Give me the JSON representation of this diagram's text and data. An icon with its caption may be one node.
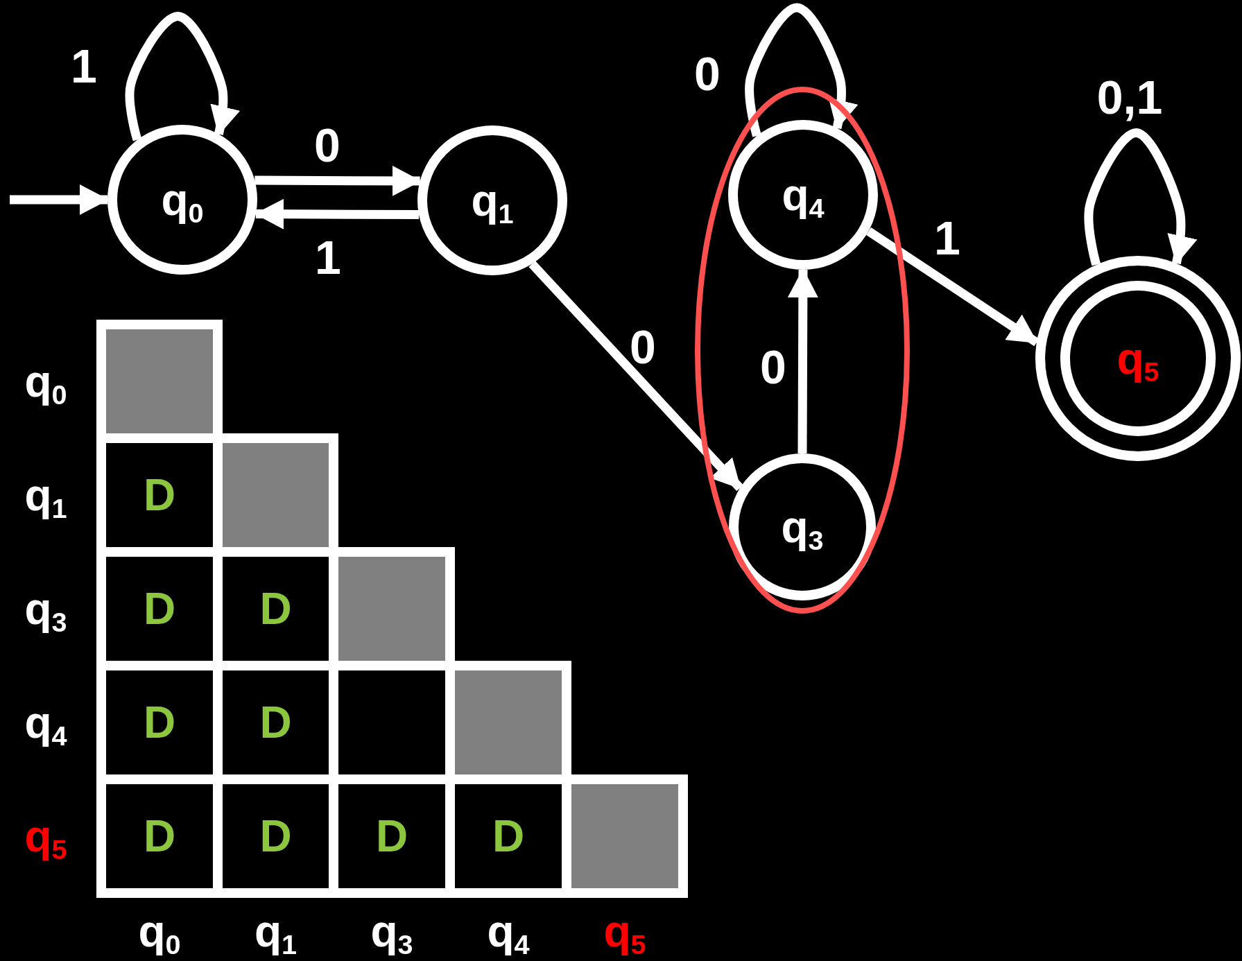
{
  "diagram": {
    "nodes": [
      {
        "text": [
          "q$_{0}$"
        ]
      },
      {
        "text": [
          "q$_{1}$"
        ]
      },
      {
        "text": [
          "q$_{4}$"
        ]
      },
      {
        "text": [
          "q$_{3}$"
        ]
      },
      {
        "text": [
          "q$_{5}$"
        ]
      }
    ],
    "edges": [
      {
        "from": null,
        "to": 0,
        "arrow": "to"
      },
      {
        "from": 0,
        "to": 0,
        "arrow": "to",
        "label": "1"
      },
      {
        "from": 0,
        "to": 1,
        "arrow": "to",
        "label": "0"
      },
      {
        "from": 1,
        "to": 0,
        "arrow": "to",
        "label": "1"
      },
      {
        "from": 1,
        "to": 3,
        "arrow": "to",
        "label": "0"
      },
      {
        "from": 2,
        "to": 2,
        "arrow": "to",
        "label": "0"
      },
      {
        "from": 3,
        "to": 2,
        "arrow": "to",
        "label": "0"
      },
      {
        "from": 2,
        "to": 4,
        "arrow": "to",
        "label": "1"
      },
      {
        "from": 4,
        "to": 4,
        "arrow": "to",
        "label": "0,1"
      }
    ],
    "labels": [
      "q$_{0}$",
      "q$_{1}$",
      "D",
      "q$_{3}$",
      "D",
      "D",
      "q$_{4}$",
      "D",
      "D",
      "q$_{5}$",
      "D",
      "D",
      "D",
      "D",
      "q$_{0}$",
      "q$_{1}$",
      "q$_{3}$",
      "q$_{4}$",
      "q$_{5}$"
    ]
  }
}
